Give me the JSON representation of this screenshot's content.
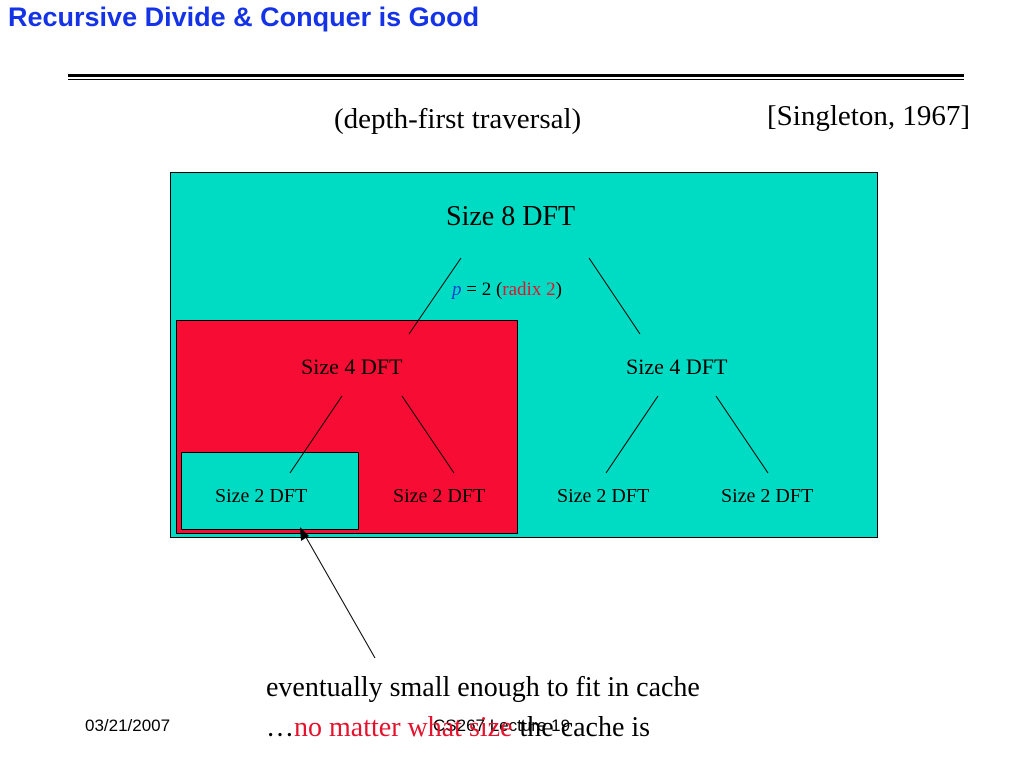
{
  "slide": {
    "title": "Recursive Divide & Conquer is Good",
    "subtitle": "(depth-first traversal)",
    "citation": "[Singleton, 1967]"
  },
  "diagram": {
    "root": "Size 8 DFT",
    "split_label": {
      "variable": "p",
      "equals": " = 2 (",
      "radix": "radix 2",
      "close": ")"
    },
    "level1": [
      "Size 4 DFT",
      "Size 4 DFT"
    ],
    "level2": [
      "Size 2 DFT",
      "Size 2 DFT",
      "Size 2 DFT",
      "Size 2 DFT"
    ],
    "colors": {
      "teal": "#00dcc4",
      "red": "#f70d33",
      "title_blue": "#1433e6"
    }
  },
  "caption": {
    "line1": "eventually small enough to fit in cache",
    "line2_prefix": "…",
    "line2_highlight": "no matter what size",
    "line2_suffix": " the cache is"
  },
  "footer": {
    "date": "03/21/2007",
    "lecture": "CS267 Lecture 19"
  }
}
